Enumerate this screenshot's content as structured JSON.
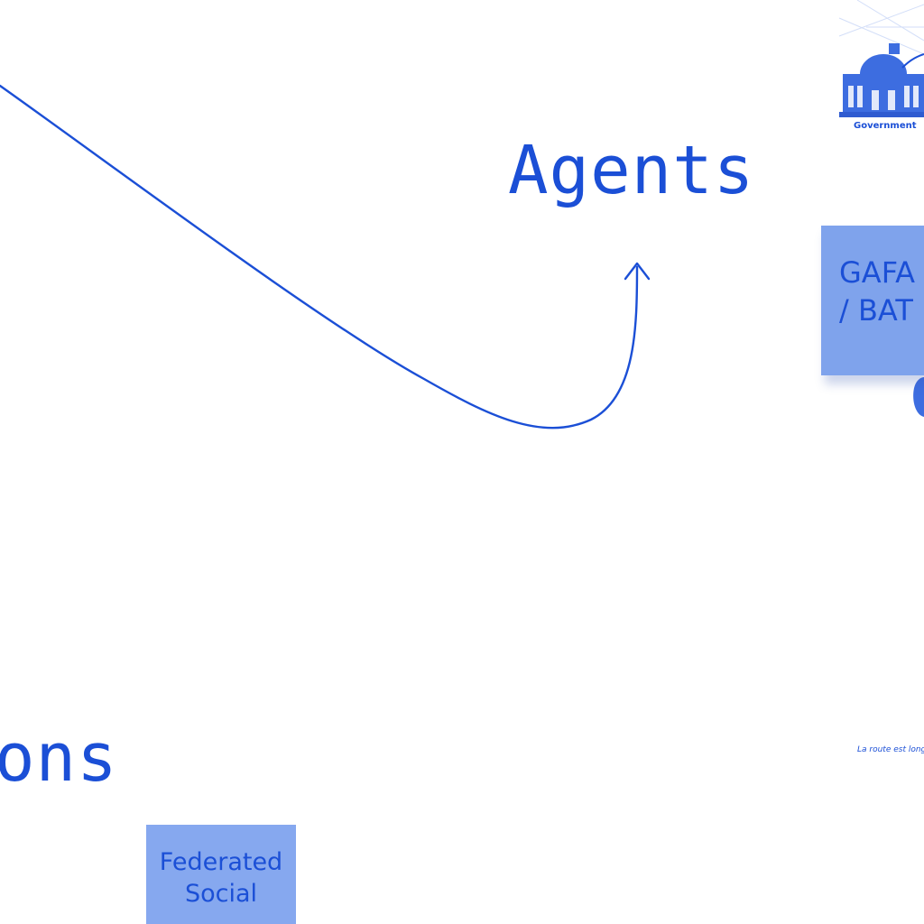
{
  "labels": {
    "agents": "Agents",
    "ons": "ons"
  },
  "stickies": {
    "gafa": {
      "line1": "GAFA",
      "line2": "/ BAT"
    },
    "federated": {
      "line1": "Federated",
      "line2": "Social"
    }
  },
  "government_icon": {
    "icon": "government-building-icon",
    "caption": "Government"
  },
  "footnote": "La route est long",
  "colors": {
    "ink": "#1b4fd6",
    "sticky": "#7fa3ec",
    "background": "#ffffff"
  }
}
